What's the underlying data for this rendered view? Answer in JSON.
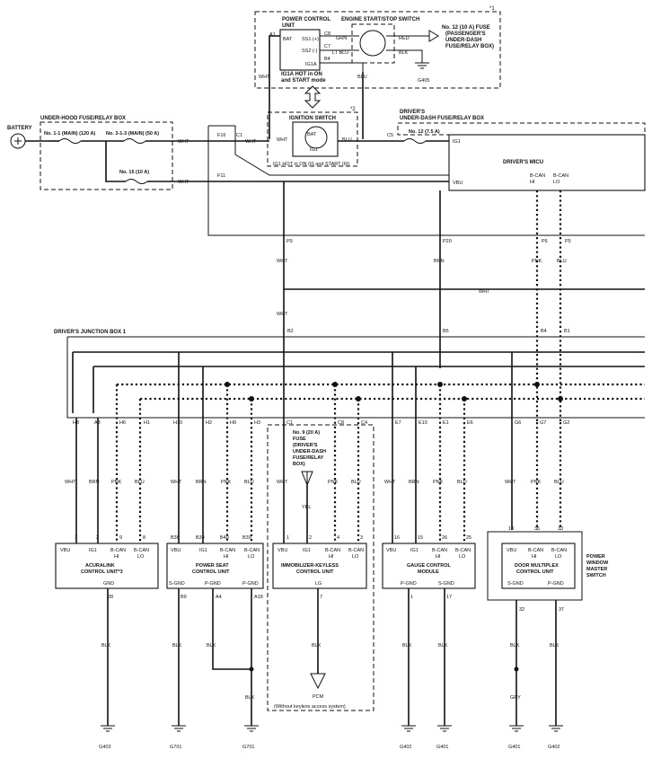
{
  "notes": {
    "n1": "*1",
    "n2": "*2"
  },
  "battery": "BATTERY",
  "under_hood_box": {
    "title": "UNDER-HOOD FUSE/RELAY BOX",
    "fuse_main": "No. 1-1 (MAIN) (120 A)",
    "fuse_3_1": "No. 3-1-3 (MAIN) (50 A)",
    "fuse_15": "No. 15 (10 A)"
  },
  "power_control": {
    "title1": "POWER CONTROL",
    "title2": "UNIT",
    "bat": "BAT",
    "ss1": "SS1 (+)",
    "ss2": "SS2 (-)",
    "ig1a": "IG1A",
    "hot1": "IG1A HOT in ON",
    "hot2": "and START mode"
  },
  "engine_switch": {
    "title": "ENGINE START/STOP SWITCH",
    "grn": "GRN",
    "ltblu": "LT BLU",
    "red": "RED",
    "blk": "BLK",
    "fuse1": "No. 12 (10 A) FUSE",
    "fuse2": "(PASSENGER'S",
    "fuse3": "UNDER-DASH",
    "fuse4": "FUSE/RELAY BOX)",
    "ground": "G405"
  },
  "ignition_switch": {
    "title": "IGNITION SWITCH",
    "bat": "BAT",
    "ig1": "IG1",
    "hot": "IG1 HOT in ON (II) and START (III)"
  },
  "driver_box": {
    "title1": "DRIVER'S",
    "title2": "UNDER-DASH FUSE/RELAY BOX",
    "fuse": "No. 12 (7.5 A)"
  },
  "micu": {
    "title": "DRIVER'S MICU",
    "ig1": "IG1",
    "vbu": "VBU",
    "bcanhi1": "B-CAN",
    "bcanhi2": "HI",
    "bcanlo1": "B-CAN",
    "bcanlo2": "LO"
  },
  "pins": {
    "a1": "A1",
    "c8": "C8",
    "c7": "C7",
    "b4": "B4",
    "f16": "F16",
    "f11": "F11",
    "c1": "C1",
    "c5": "C5",
    "p9": "P9",
    "p20": "P20",
    "p6": "P6",
    "p5": "P5",
    "b2": "B2",
    "b5": "B5",
    "b4j": "B4",
    "b1": "B1"
  },
  "wires": {
    "wht": "WHT",
    "blu": "BLU",
    "brn": "BRN",
    "pnk": "PNK",
    "blk": "BLK",
    "yel": "YEL",
    "gry": "GRY"
  },
  "junction": {
    "title": "DRIVER'S JUNCTION BOX 1",
    "pins": [
      "H8",
      "A3",
      "H6",
      "H1",
      "H10",
      "H2",
      "H9",
      "H3",
      "C1",
      "C8",
      "C4",
      "E7",
      "E10",
      "E1",
      "E6",
      "G6",
      "G7",
      "G2"
    ]
  },
  "fuse9": {
    "l1": "No. 9 (20 A)",
    "l2": "FUSE",
    "l3": "(DRIVER'S",
    "l4": "UNDER-DASH",
    "l5": "FUSE/RELAY",
    "l6": "BOX)"
  },
  "modules": [
    {
      "name1": "ACURALINK",
      "name2": "CONTROL UNIT*3",
      "pins": [
        "1",
        "2",
        "9",
        "8"
      ],
      "gnd_label": "GND",
      "gnd_pin": "28",
      "ground": "G403"
    },
    {
      "name1": "POWER SEAT",
      "name2": "CONTROL UNIT",
      "pins": [
        "B36",
        "B34",
        "B40",
        "B39"
      ],
      "gnd_labels": [
        "S-GND",
        "P-GND",
        "P-GND"
      ],
      "gnd_pins": [
        "B9",
        "A4",
        "A18"
      ],
      "grounds": [
        "G701",
        "G701"
      ]
    },
    {
      "name1": "IMMOBILIZER-KEYLESS",
      "name2": "CONTROL UNIT",
      "pins": [
        "1",
        "2",
        "4",
        "3"
      ],
      "gnd_label": "LG",
      "gnd_pin": "7",
      "pcm": "PCM",
      "note": "(Without keyless access system)"
    },
    {
      "name1": "GAUGE CONTROL",
      "name2": "MODULE",
      "pins": [
        "16",
        "15",
        "26",
        "25"
      ],
      "gnd_labels": [
        "P-GND",
        "S-GND"
      ],
      "gnd_pins": [
        "1",
        "17"
      ],
      "grounds": [
        "G402",
        "G401"
      ]
    },
    {
      "name1": "DOOR MULTIPLEX",
      "name2": "CONTROL UNIT",
      "pins": [
        "13",
        "35",
        "33"
      ],
      "gnd_labels": [
        "S-GND",
        "P-GND"
      ],
      "gnd_pins": [
        "32",
        "37"
      ],
      "grounds": [
        "G401",
        "G402"
      ]
    }
  ],
  "pin_labels": {
    "vbu": "VBU",
    "ig1": "IG1",
    "bcan": "B-CAN",
    "hi": "HI",
    "lo": "LO"
  },
  "pw_switch": {
    "l1": "POWER",
    "l2": "WINDOW",
    "l3": "MASTER",
    "l4": "SWITCH"
  }
}
